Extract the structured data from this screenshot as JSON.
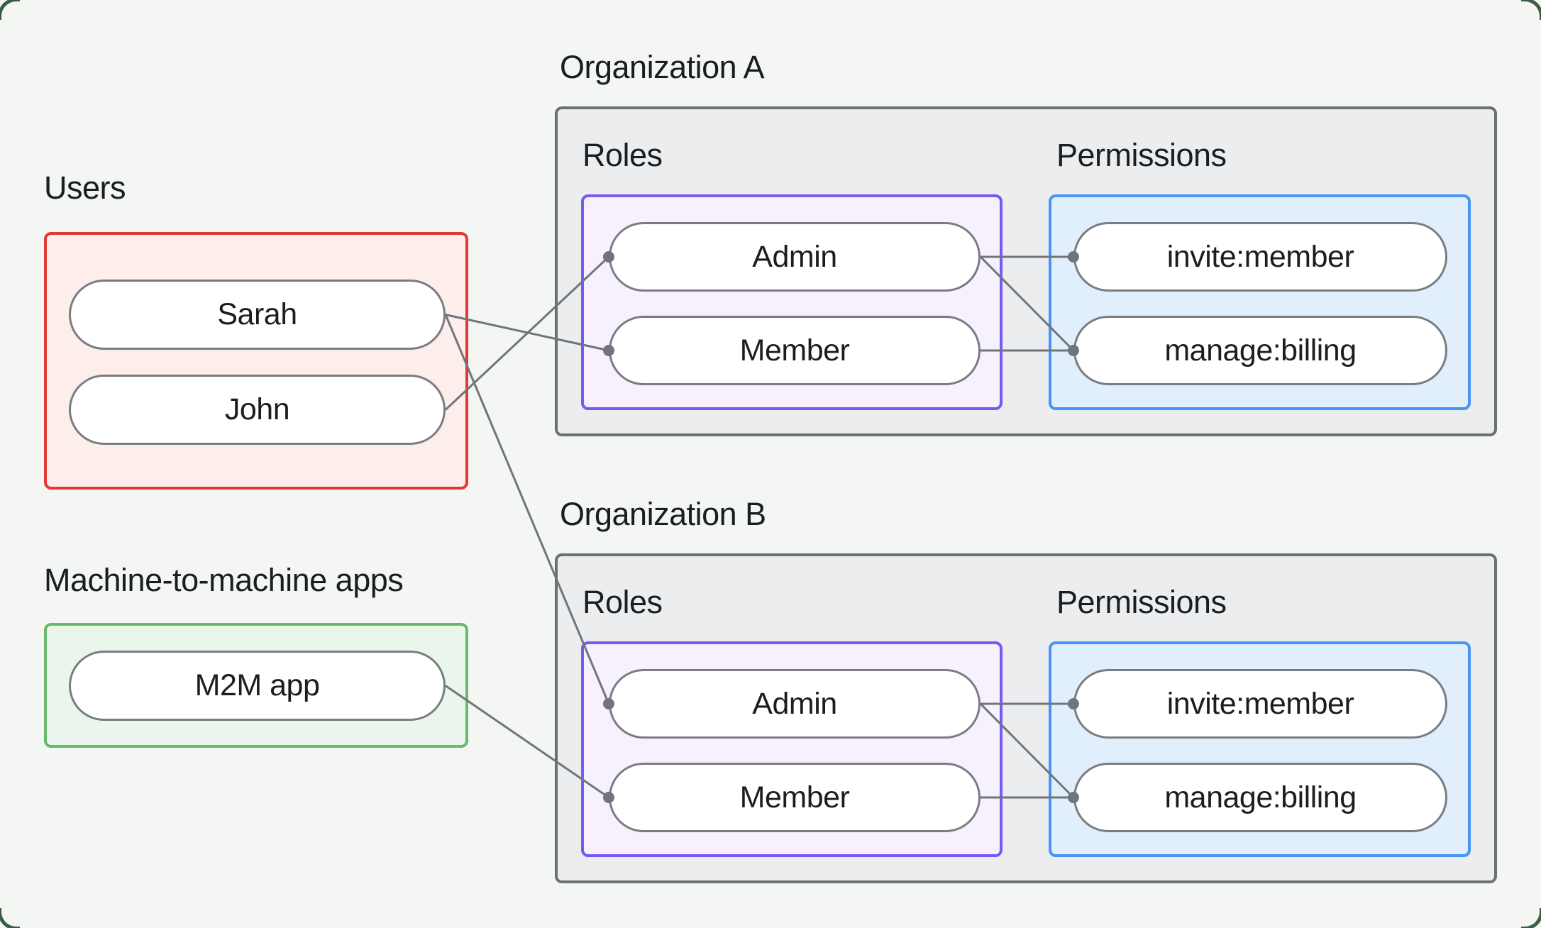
{
  "users": {
    "label": "Users",
    "items": [
      {
        "label": "Sarah"
      },
      {
        "label": "John"
      }
    ]
  },
  "m2m": {
    "label": "Machine-to-machine apps",
    "items": [
      {
        "label": "M2M app"
      }
    ]
  },
  "orgs": [
    {
      "name": "Organization A",
      "roles_label": "Roles",
      "permissions_label": "Permissions",
      "roles": [
        {
          "label": "Admin"
        },
        {
          "label": "Member"
        }
      ],
      "permissions": [
        {
          "label": "invite:member"
        },
        {
          "label": "manage:billing"
        }
      ]
    },
    {
      "name": "Organization B",
      "roles_label": "Roles",
      "permissions_label": "Permissions",
      "roles": [
        {
          "label": "Admin"
        },
        {
          "label": "Member"
        }
      ],
      "permissions": [
        {
          "label": "invite:member"
        },
        {
          "label": "manage:billing"
        }
      ]
    }
  ],
  "connections": [
    {
      "from": "user-sarah",
      "to": "org-a-role-member"
    },
    {
      "from": "user-john",
      "to": "org-a-role-admin"
    },
    {
      "from": "user-sarah",
      "to": "org-b-role-admin"
    },
    {
      "from": "m2m-app",
      "to": "org-b-role-member"
    },
    {
      "from": "org-a-role-admin",
      "to": "org-a-perm-invite"
    },
    {
      "from": "org-a-role-admin",
      "to": "org-a-perm-manage"
    },
    {
      "from": "org-a-role-member",
      "to": "org-a-perm-manage"
    },
    {
      "from": "org-b-role-admin",
      "to": "org-b-perm-invite"
    },
    {
      "from": "org-b-role-admin",
      "to": "org-b-perm-manage"
    },
    {
      "from": "org-b-role-member",
      "to": "org-b-perm-manage"
    }
  ],
  "colors": {
    "canvas_bg": "#f3f6f2",
    "card_corner_border": "#3a5f46",
    "org_box_fill": "#ebedee",
    "org_box_border": "#6c7074",
    "roles_fill": "#f7f1fd",
    "roles_border": "#7a57f7",
    "permissions_fill": "#e1effc",
    "permissions_border": "#4793f6",
    "users_fill": "#fdedeb",
    "users_border": "#e23a31",
    "m2m_fill": "#eaf6eb",
    "m2m_border": "#68b96d",
    "pill_fill": "#ffffff",
    "pill_border": "#797d81",
    "connector": "#71757a",
    "text": "#1b1e21"
  }
}
